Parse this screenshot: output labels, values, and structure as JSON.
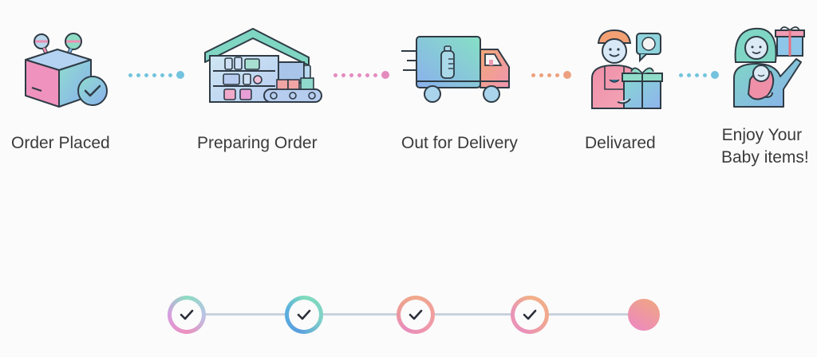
{
  "steps": [
    {
      "label": "Order Placed",
      "icon": "package-with-rattles-check-icon"
    },
    {
      "label": "Preparing Order",
      "icon": "warehouse-conveyor-icon"
    },
    {
      "label": "Out for Delivery",
      "icon": "delivery-truck-bottle-icon"
    },
    {
      "label": "Delivared",
      "icon": "courier-with-gift-icon"
    },
    {
      "label_line1": "Enjoy Your",
      "label_line2": "Baby items!",
      "icon": "mother-baby-gift-icon"
    }
  ],
  "connectors": [
    {
      "color": "#74c3de"
    },
    {
      "color": "#e48bbd"
    },
    {
      "color": "#eda080"
    },
    {
      "color": "#74c3de"
    }
  ],
  "progress": {
    "completed_steps": 4,
    "total_steps": 5,
    "track_color": "#c9d2dc",
    "check_color": "#2b2f3a"
  }
}
